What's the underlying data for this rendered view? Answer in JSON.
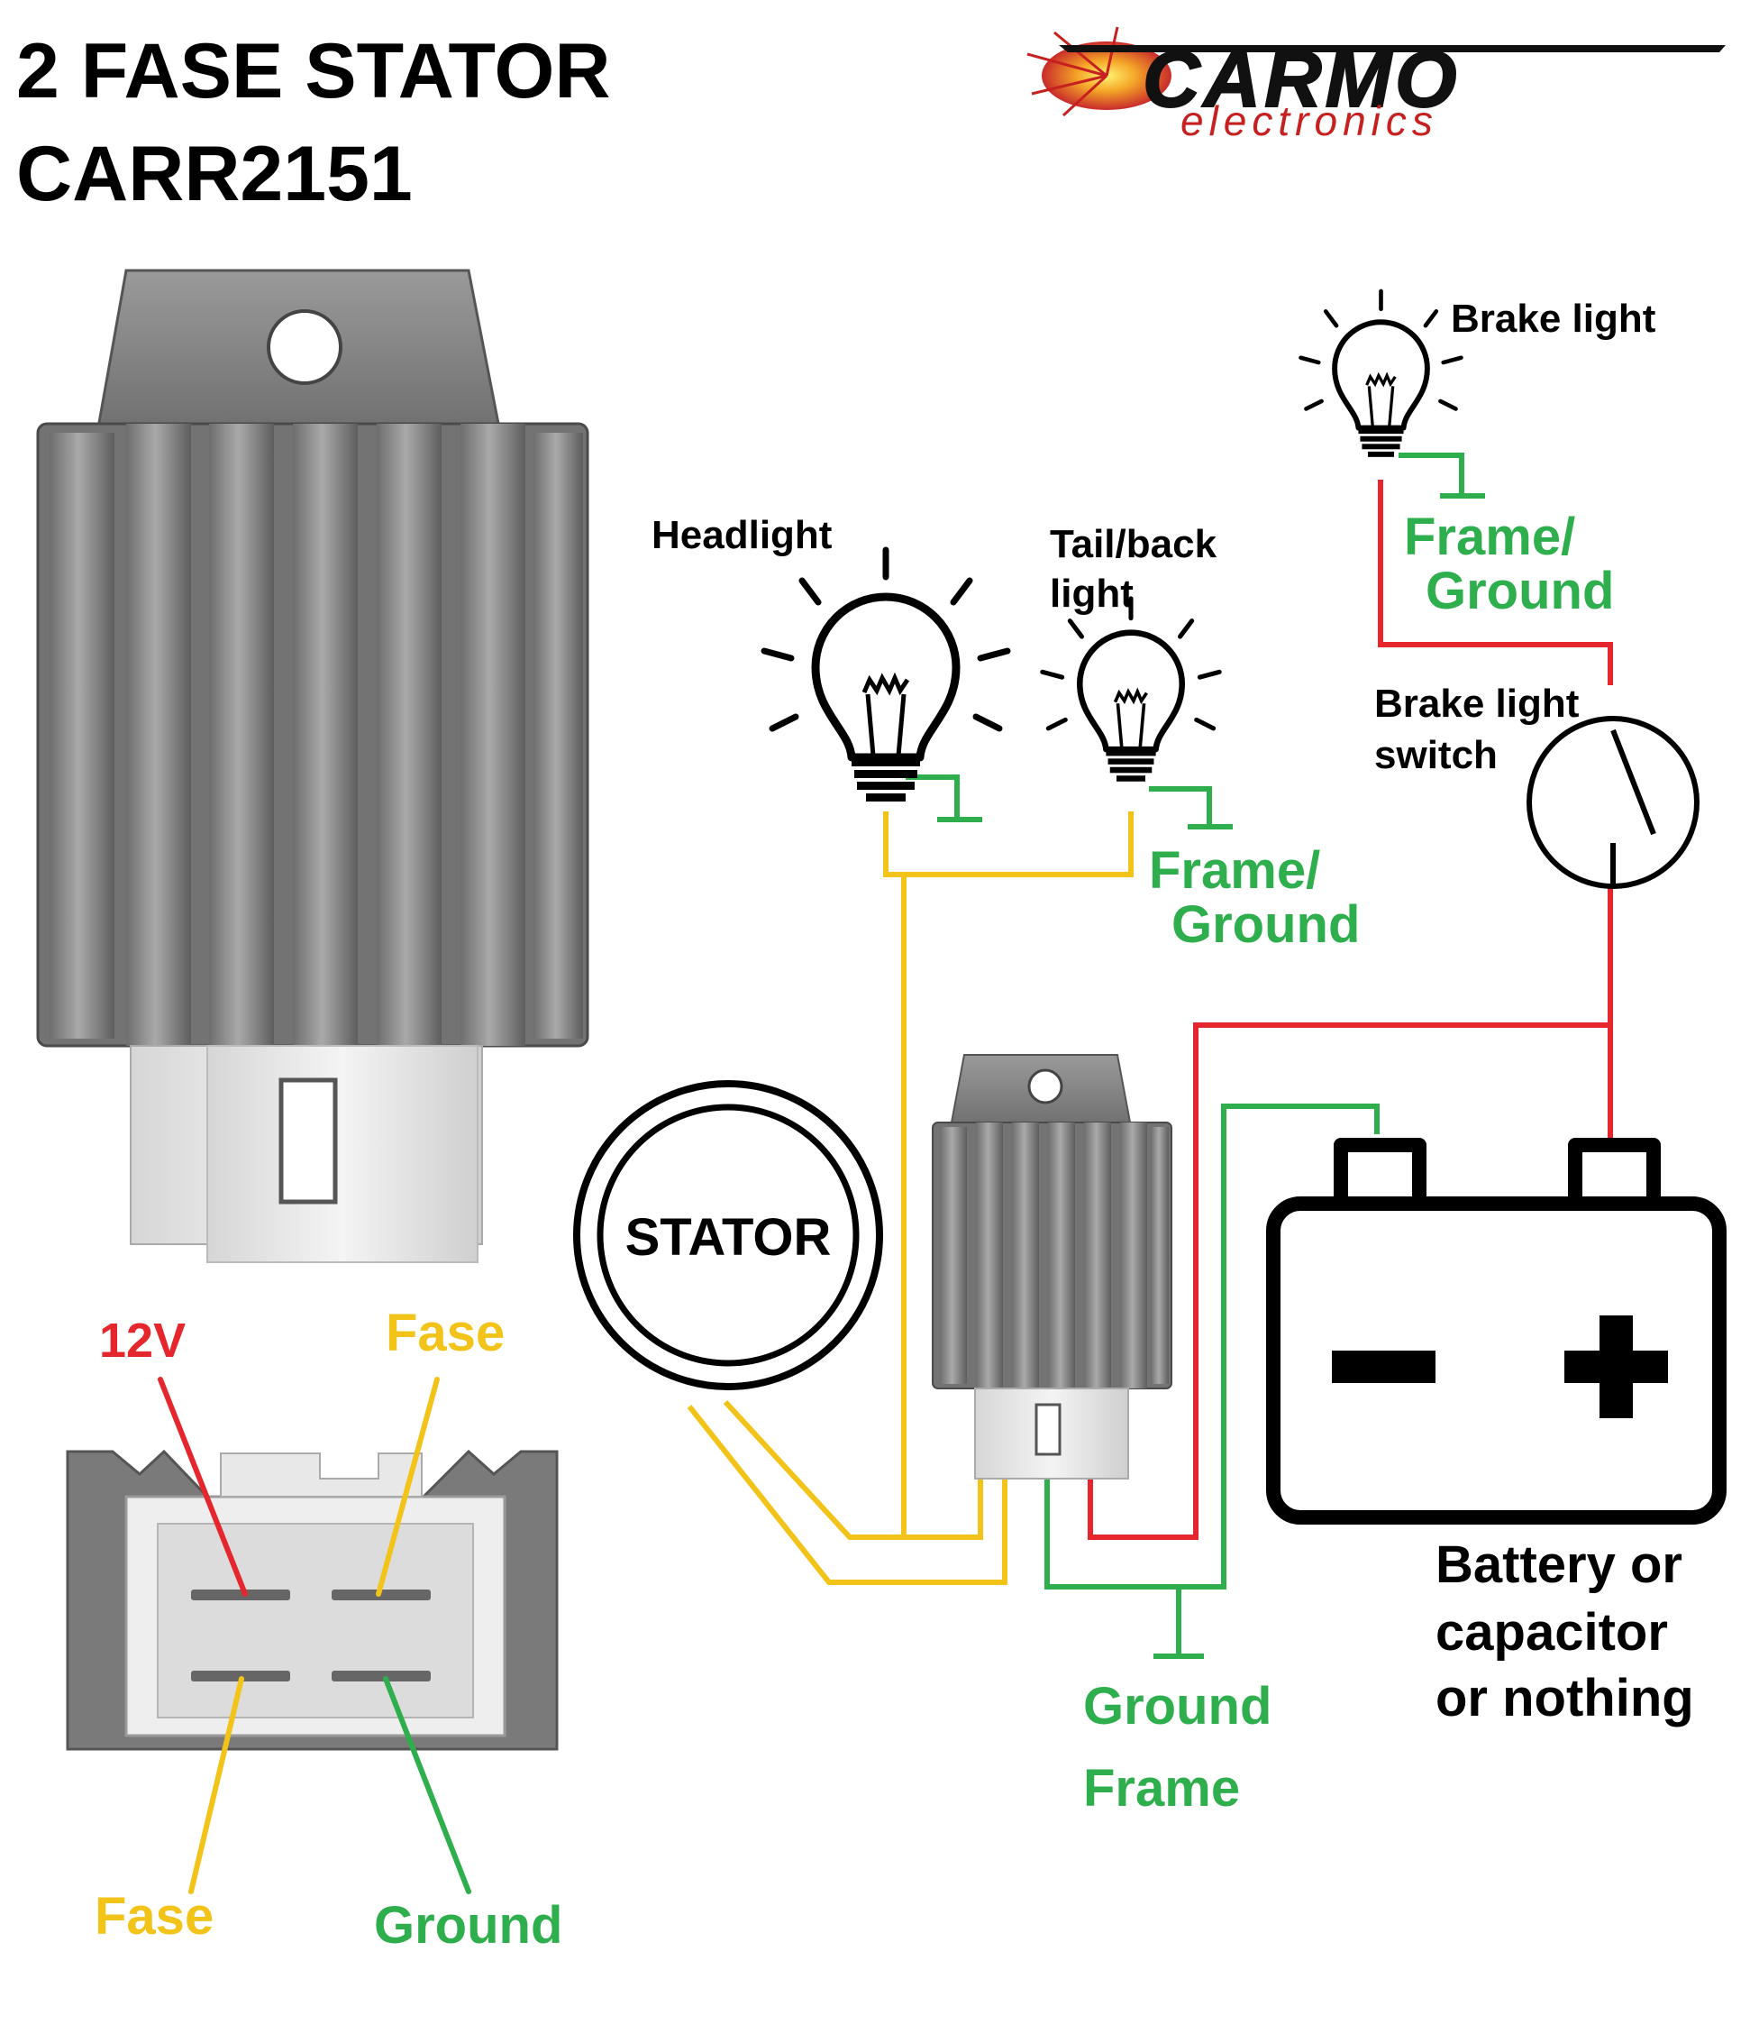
{
  "title": {
    "line1": "2 FASE STATOR",
    "line2": "CARR2151"
  },
  "logo": {
    "brand": "CARMO",
    "sub": "electronics"
  },
  "labels": {
    "headlight": "Headlight",
    "tail_line1": "Tail/back",
    "tail_line2": "light",
    "brake_light": "Brake light",
    "brake_switch_line1": "Brake light",
    "brake_switch_line2": "switch",
    "frame_ground_1_line1": "Frame/",
    "frame_ground_1_line2": "Ground",
    "frame_ground_2_line1": "Frame/",
    "frame_ground_2_line2": "Ground",
    "stator": "STATOR",
    "battery_minus": "–",
    "battery_plus": "+",
    "battery_line1": "Battery or",
    "battery_line2": "capacitor",
    "battery_line3": "or nothing",
    "ground": "Ground",
    "frame": "Frame"
  },
  "pinout": {
    "pin_12v": "12V",
    "pin_fase_top": "Fase",
    "pin_fase_bottom": "Fase",
    "pin_ground": "Ground"
  },
  "colors": {
    "phase_wire": "#f2c318",
    "positive_wire": "#e5272d",
    "ground_wire": "#2fae4e",
    "label_red": "#e5272d",
    "label_yellow": "#f2c318",
    "label_green": "#2fae4e",
    "regulator_body": "#8b8b8b",
    "connector": "#e6e6e6"
  },
  "icons": [
    "bulb-icon",
    "switch-icon",
    "ground-symbol-icon",
    "battery-icon",
    "regulator-icon",
    "logo-flame-icon"
  ]
}
